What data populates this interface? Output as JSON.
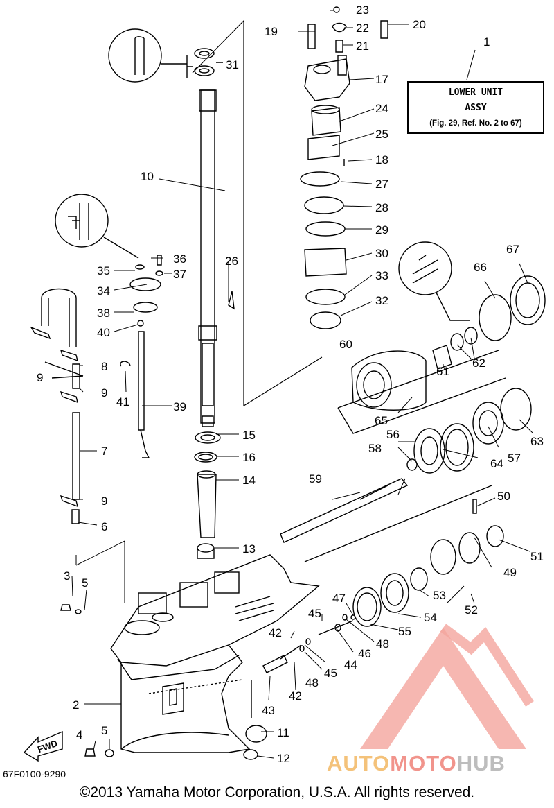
{
  "assembly_label": {
    "ref": "1",
    "line1": "LOWER UNIT",
    "line2": "ASSY",
    "line3": "(Fig. 29, Ref. No. 2 to 67)"
  },
  "fwd_label": "FWD",
  "part_code": "67F0100-9290",
  "copyright": "©2013 Yamaha Motor Corporation, U.S.A. All rights reserved.",
  "watermark": {
    "part1": "AUTO",
    "part2": "MOTO",
    "part3": "HUB"
  },
  "callouts": {
    "n1": "1",
    "n2": "2",
    "n3": "3",
    "n4": "4",
    "n5a": "5",
    "n5b": "5",
    "n6": "6",
    "n7": "7",
    "n8": "8",
    "n9a": "9",
    "n9b": "9",
    "n9c": "9",
    "n10": "10",
    "n11": "11",
    "n12": "12",
    "n13": "13",
    "n14": "14",
    "n15": "15",
    "n16": "16",
    "n17": "17",
    "n18": "18",
    "n19": "19",
    "n20": "20",
    "n21": "21",
    "n22": "22",
    "n23": "23",
    "n24": "24",
    "n25": "25",
    "n26": "26",
    "n27": "27",
    "n28": "28",
    "n29": "29",
    "n30": "30",
    "n31": "31",
    "n32": "32",
    "n33": "33",
    "n34": "34",
    "n35": "35",
    "n36": "36",
    "n37": "37",
    "n38": "38",
    "n39": "39",
    "n40": "40",
    "n41": "41",
    "n42a": "42",
    "n42b": "42",
    "n43": "43",
    "n44": "44",
    "n45a": "45",
    "n45b": "45",
    "n46": "46",
    "n47": "47",
    "n48a": "48",
    "n48b": "48",
    "n49": "49",
    "n50": "50",
    "n51": "51",
    "n52": "52",
    "n53": "53",
    "n54": "54",
    "n55": "55",
    "n56": "56",
    "n57": "57",
    "n58": "58",
    "n59": "59",
    "n60": "60",
    "n61": "61",
    "n62": "62",
    "n63": "63",
    "n64": "64",
    "n65": "65",
    "n66": "66",
    "n67": "67"
  },
  "colors": {
    "line": "#000000",
    "watermark_triangle": "#f08a80",
    "watermark_gray": "#bdbdbd",
    "watermark_orange": "#f4c27a"
  }
}
